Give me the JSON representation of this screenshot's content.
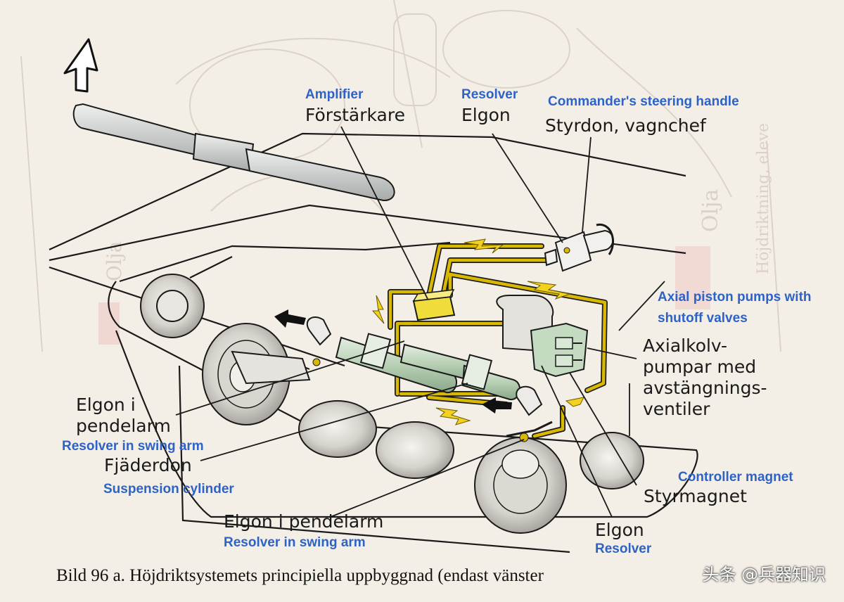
{
  "labels": {
    "amplifier_en": "Amplifier",
    "amplifier_sv": "Förstärkare",
    "resolver_top_en": "Resolver",
    "resolver_top_sv": "Elgon",
    "commander_en": "Commander's steering handle",
    "commander_sv": "Styrdon, vagnchef",
    "pumps_en_line1": "Axial piston pumps with",
    "pumps_en_line2": "shutoff valves",
    "pumps_sv_line1": "Axialkolv-",
    "pumps_sv_line2": "pumpar med",
    "pumps_sv_line3": "avstängnings-",
    "pumps_sv_line4": "ventiler",
    "elgon_left_sv_line1": "Elgon i",
    "elgon_left_sv_line2": "pendelarm",
    "elgon_left_en": "Resolver in swing arm",
    "fjaderdon_sv": "Fjäderdon",
    "fjaderdon_en": "Suspension cylinder",
    "elgon_mid_sv": "Elgon i pendelarm",
    "elgon_mid_en": "Resolver in swing arm",
    "controller_en": "Controller magnet",
    "controller_sv": "Styrmagnet",
    "elgon_bottom_sv": "Elgon",
    "elgon_bottom_en": "Resolver"
  },
  "caption": "Bild 96 a. Höjdriktsystemets principiella uppbyggnad (endast vänster",
  "watermark": "头条 @兵器知识",
  "background_text": {
    "olja_right": "Olja",
    "olja_left": "Olja",
    "hojdriktning": "Höjdriktning, eleve"
  },
  "colors": {
    "paper": "#f4efe6",
    "english_label": "#2d62c6",
    "hydraulic_line": "#d8b800",
    "amplifier_box": "#f0dc3a",
    "valve_block": "#c4dbc2",
    "cylinder": "#b8d0b4"
  }
}
